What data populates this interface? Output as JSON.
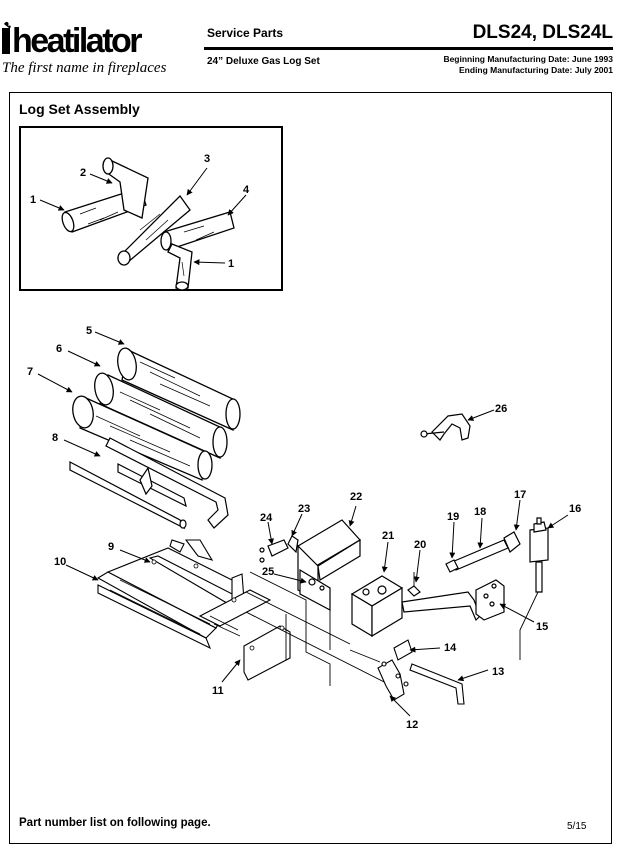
{
  "header": {
    "brand": "heatilator",
    "tagline": "The first name in fireplaces",
    "doc_type": "Service Parts",
    "product": "24” Deluxe Gas Log Set",
    "models": "DLS24, DLS24L",
    "begin_date": "Beginning Manufacturing Date: June 1993",
    "end_date": "Ending Manufacturing Date: July 2001"
  },
  "section_title": "Log Set Assembly",
  "callouts": {
    "inset": [
      "1",
      "2",
      "3",
      "4",
      "1"
    ],
    "main": [
      "5",
      "6",
      "7",
      "8",
      "9",
      "10",
      "11",
      "12",
      "13",
      "14",
      "15",
      "16",
      "17",
      "18",
      "19",
      "20",
      "21",
      "22",
      "23",
      "24",
      "25",
      "26"
    ]
  },
  "footer": {
    "note": "Part number list on following page.",
    "page": "5/15"
  }
}
